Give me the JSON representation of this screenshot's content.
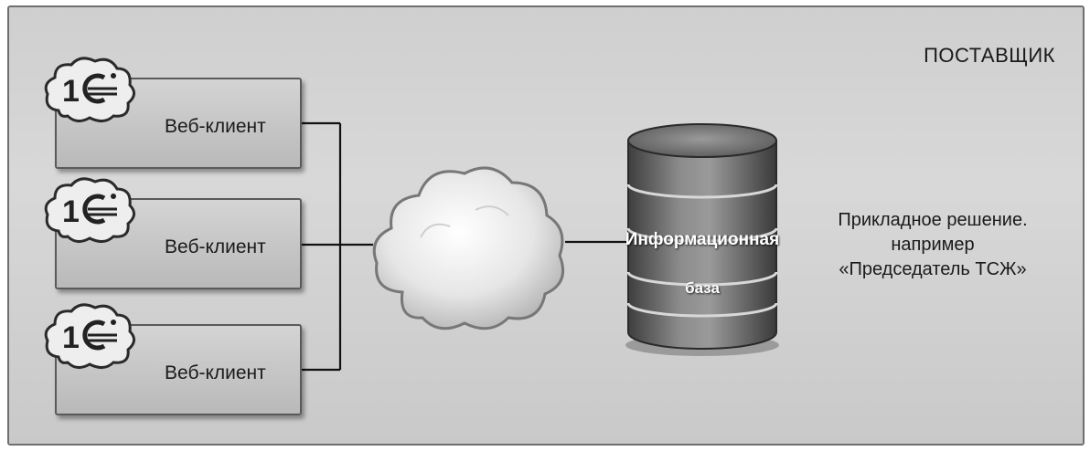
{
  "diagram": {
    "provider_label": "ПОСТАВЩИК",
    "clients": [
      {
        "label": "Веб-клиент",
        "logo": "1c-logo-icon"
      },
      {
        "label": "Веб-клиент",
        "logo": "1c-logo-icon"
      },
      {
        "label": "Веб-клиент",
        "logo": "1c-logo-icon"
      }
    ],
    "network": {
      "icon": "cloud-icon"
    },
    "database": {
      "icon": "database-icon",
      "line1": "Информационная",
      "line2": "база"
    },
    "application": {
      "line1": "Прикладное решение.",
      "line2": "например",
      "line3": "«Председатель ТСЖ»"
    }
  },
  "colors": {
    "background": "#d0d0d0",
    "box_fill": "#c4c4c4",
    "border": "#5a5a5a",
    "db_fill": "#6e6e6e",
    "line": "#111111"
  }
}
